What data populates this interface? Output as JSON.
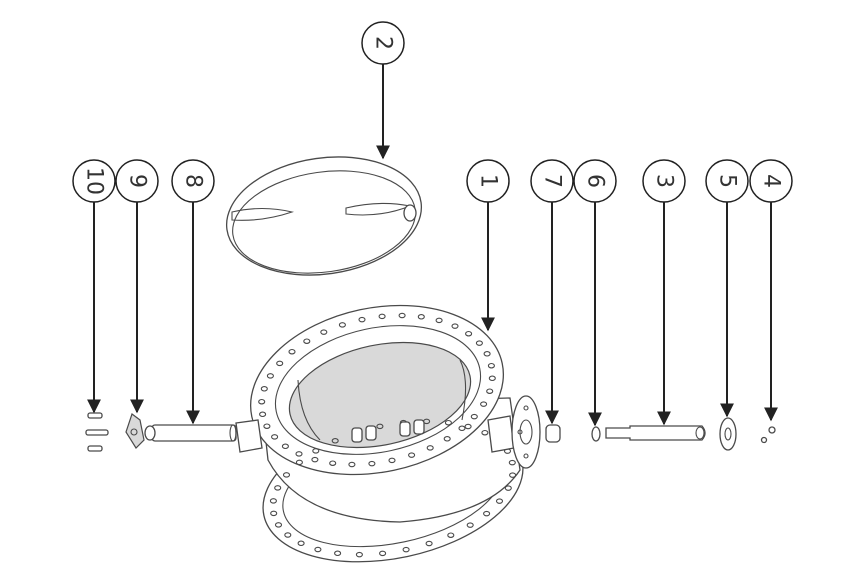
{
  "callouts": [
    {
      "id": "2",
      "label": "2"
    },
    {
      "id": "10",
      "label": "10"
    },
    {
      "id": "9",
      "label": "9"
    },
    {
      "id": "8",
      "label": "8"
    },
    {
      "id": "1",
      "label": "1"
    },
    {
      "id": "7",
      "label": "7"
    },
    {
      "id": "6",
      "label": "6"
    },
    {
      "id": "3",
      "label": "3"
    },
    {
      "id": "5",
      "label": "5"
    },
    {
      "id": "4",
      "label": "4"
    }
  ],
  "colors": {
    "line": "#4a4a4a",
    "leader": "#222222",
    "fill": "#ffffff",
    "shade": "#d9d9d9"
  }
}
